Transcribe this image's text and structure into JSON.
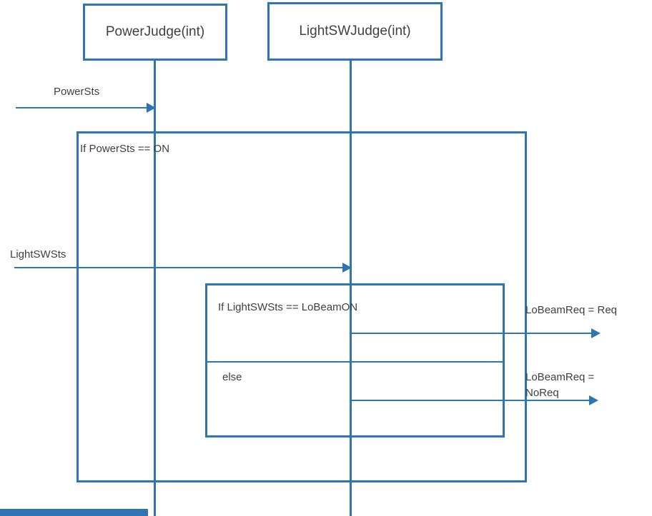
{
  "colors": {
    "line": "#2E75B6",
    "text": "#404040"
  },
  "actors": [
    {
      "label": "PowerJudge(int)"
    },
    {
      "label": "LightSWJudge(int)"
    }
  ],
  "messages": [
    {
      "label": "PowerSts"
    },
    {
      "label": "LightSWSts"
    },
    {
      "label": "LoBeamReq = Req"
    },
    {
      "label_line1": "LoBeamReq =",
      "label_line2": "NoReq"
    }
  ],
  "fragments": {
    "outer": {
      "condition": "If  PowerSts == ON"
    },
    "inner": {
      "condition": "If  LightSWSts == LoBeamON",
      "else_label": "else"
    }
  }
}
